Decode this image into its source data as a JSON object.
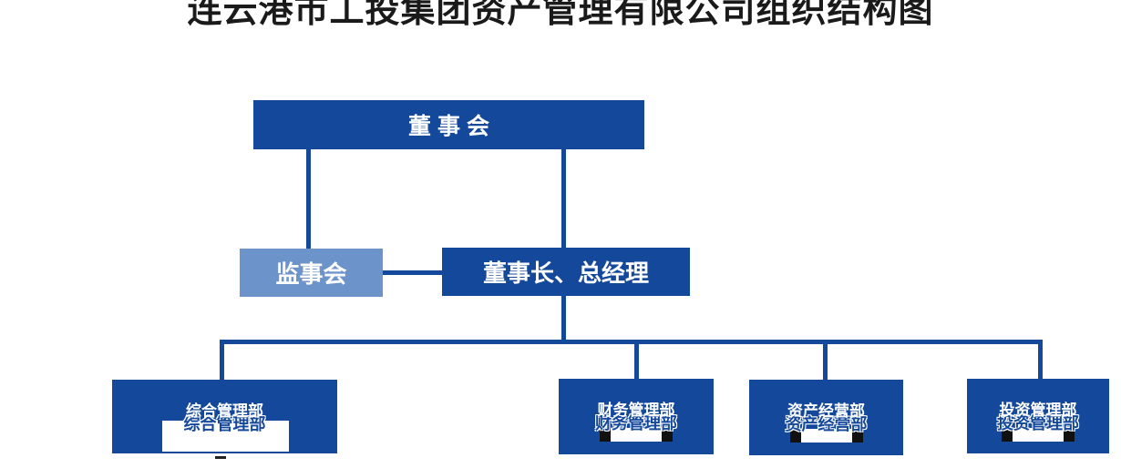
{
  "title": "连云港市工投集团资产管理有限公司组织结构图",
  "colors": {
    "primary_blue": "#14489B",
    "light_blue": "#6D93CB",
    "title_text": "#1A1A1A",
    "node_text": "#FFFFFF"
  },
  "nodes": {
    "board": "董 事 会",
    "supervisory": "监事会",
    "chairman": "董事长、总经理"
  },
  "departments": [
    {
      "label": "综合管理部"
    },
    {
      "label": "财务管理部"
    },
    {
      "label": "资产经营部"
    },
    {
      "label": "投资管理部"
    }
  ]
}
